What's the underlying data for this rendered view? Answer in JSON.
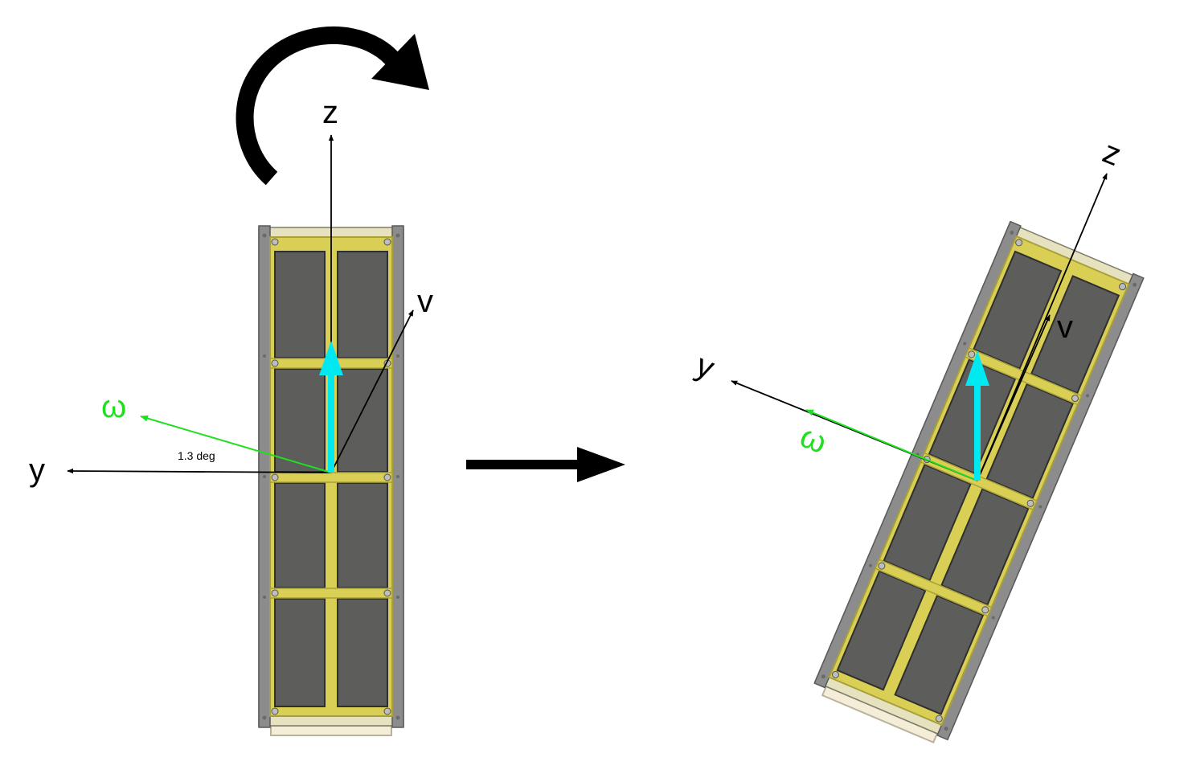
{
  "labels": {
    "z": "z",
    "v": "v",
    "y": "y",
    "omega": "ω",
    "angle": "1.3 deg"
  },
  "colors": {
    "frame_rail": "#8c8c8c",
    "frame_edge": "#5a5a5a",
    "gold": "#d9cf55",
    "gold_edge": "#a8a03a",
    "panel": "#5d5d5b",
    "panel_edge": "#2f2f2f",
    "cyan": "#00e8f0",
    "green": "#1fe01f",
    "black": "#000000",
    "base": "#f4eed8"
  },
  "icons": {
    "rotation": "curved-rotation-arrow-icon",
    "transition": "right-arrow-icon"
  }
}
